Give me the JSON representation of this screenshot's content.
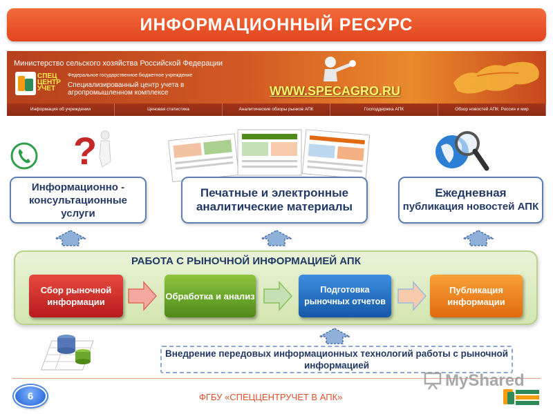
{
  "slide": {
    "title": "ИНФОРМАЦИОННЫЙ РЕСУРС",
    "page_number": "6",
    "footer_org": "ФГБУ «СПЕЦЦЕНТРУЧЕТ В АПК»"
  },
  "banner": {
    "ministry": "Министерство сельского хозяйства Российской Федерации",
    "logo_text": "СПЕЦ ЦЕНТР УЧЕТ",
    "small_line": "Федеральное государственное бюджетное учреждение",
    "center_name": "Специализированный центр учета в агропромышленном комплексе",
    "url": "WWW.SPECAGRO.RU",
    "nav": [
      "Информация об учреждении",
      "Ценовая статистика",
      "Аналитические обзоры рынков АПК",
      "Господдержка АПК",
      "Обзор новостей АПК: Россия и мир"
    ]
  },
  "boxes": {
    "consult": "Информационно - консультационные услуги",
    "materials": "Печатные и электронные аналитические материалы",
    "news_line1": "Ежедневная",
    "news_line2": "публикация новостей АПК"
  },
  "panel": {
    "title": "РАБОТА С РЫНОЧНОЙ ИНФОРМАЦИЕЙ АПК",
    "steps": [
      "Сбор рыночной информации",
      "Обработка и анализ",
      "Подготовка рыночных отчетов",
      "Публикация информации"
    ]
  },
  "bottom_text": "Внедрение передовых информационных технологий работы с рыночной информацией",
  "watermark": "MyShared",
  "colors": {
    "title_bar": "#e8552a",
    "step_red": "#c62828",
    "step_green": "#6aa72c",
    "step_blue": "#2370c6",
    "step_orange": "#f08a22",
    "panel": "#dcebc2"
  }
}
